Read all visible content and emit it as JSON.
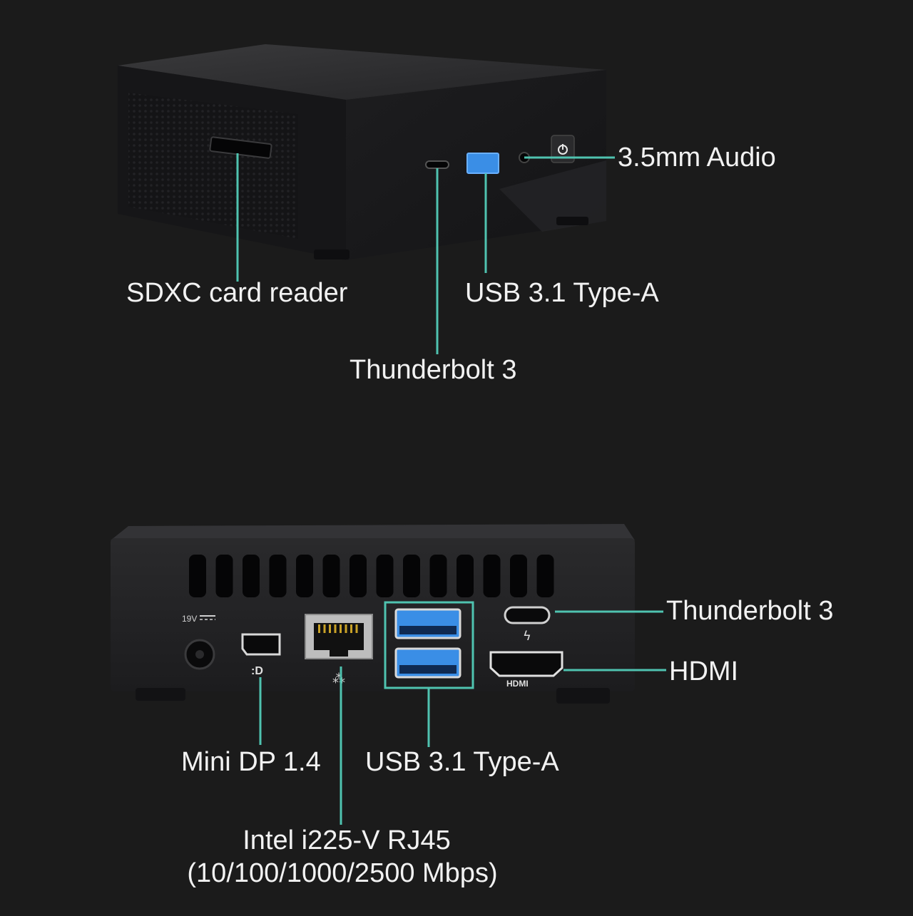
{
  "colors": {
    "background": "#1b1b1b",
    "callout_line": "#4fc3b0",
    "label_text": "#f2f2f2",
    "usb_blue": "#3a8ee6"
  },
  "front_view": {
    "callouts": {
      "audio": "3.5mm Audio",
      "sdxc": "SDXC card reader",
      "usb": "USB 3.1 Type-A",
      "thunderbolt": "Thunderbolt 3"
    }
  },
  "rear_view": {
    "port_markings": {
      "dc_in": "19V",
      "hdmi": "HDMI"
    },
    "callouts": {
      "thunderbolt": "Thunderbolt 3",
      "hdmi": "HDMI",
      "mini_dp": "Mini DP 1.4",
      "usb": "USB 3.1 Type-A",
      "rj45_line1": "Intel i225-V RJ45",
      "rj45_line2": "(10/100/1000/2500 Mbps)"
    }
  }
}
